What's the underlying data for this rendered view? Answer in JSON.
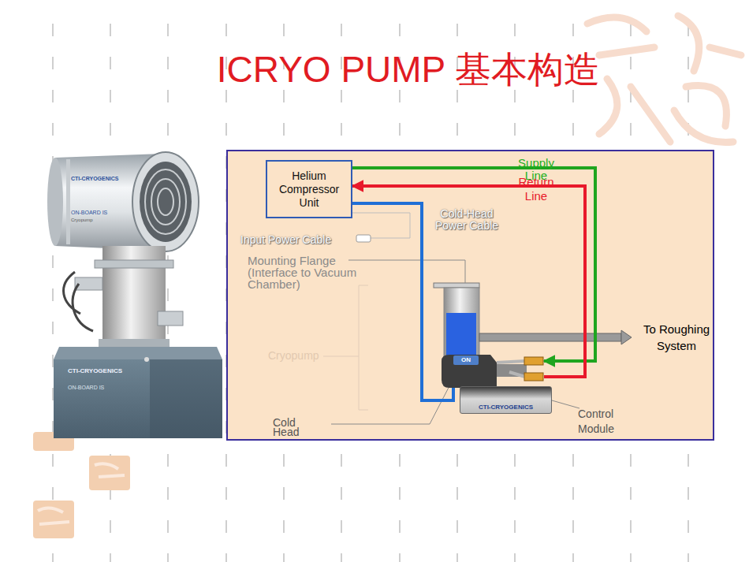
{
  "diagram": {
    "title": "ICRYO PUMP 基本构造",
    "nodes": [
      {
        "text": [
          "Helium Compressor Unit"
        ]
      },
      {
        "text": [
          "ON"
        ]
      },
      {
        "text": [
          "CTI-CRYOGENICS"
        ]
      }
    ],
    "edges": [
      {
        "from": 0,
        "to": 1,
        "label": "Supply Line",
        "arrow": "to"
      },
      {
        "from": 1,
        "to": 0,
        "label": "Return Line",
        "arrow": "to"
      },
      {
        "from": 0,
        "to": 1,
        "label": "Cold-Head Power Cable",
        "arrow": "none"
      }
    ],
    "labels": [
      "Input Power Cable",
      "Mounting Flange (Interface to Vacuum Chamber)",
      "Cryopump",
      "Cold Head",
      "To Roughing System",
      "Control Module",
      "CTI-CRYOGENICS",
      "ON-BOARD IS",
      "Cryopump",
      "CTI-CRYOGENICS",
      "ON-BOARD IS"
    ]
  }
}
